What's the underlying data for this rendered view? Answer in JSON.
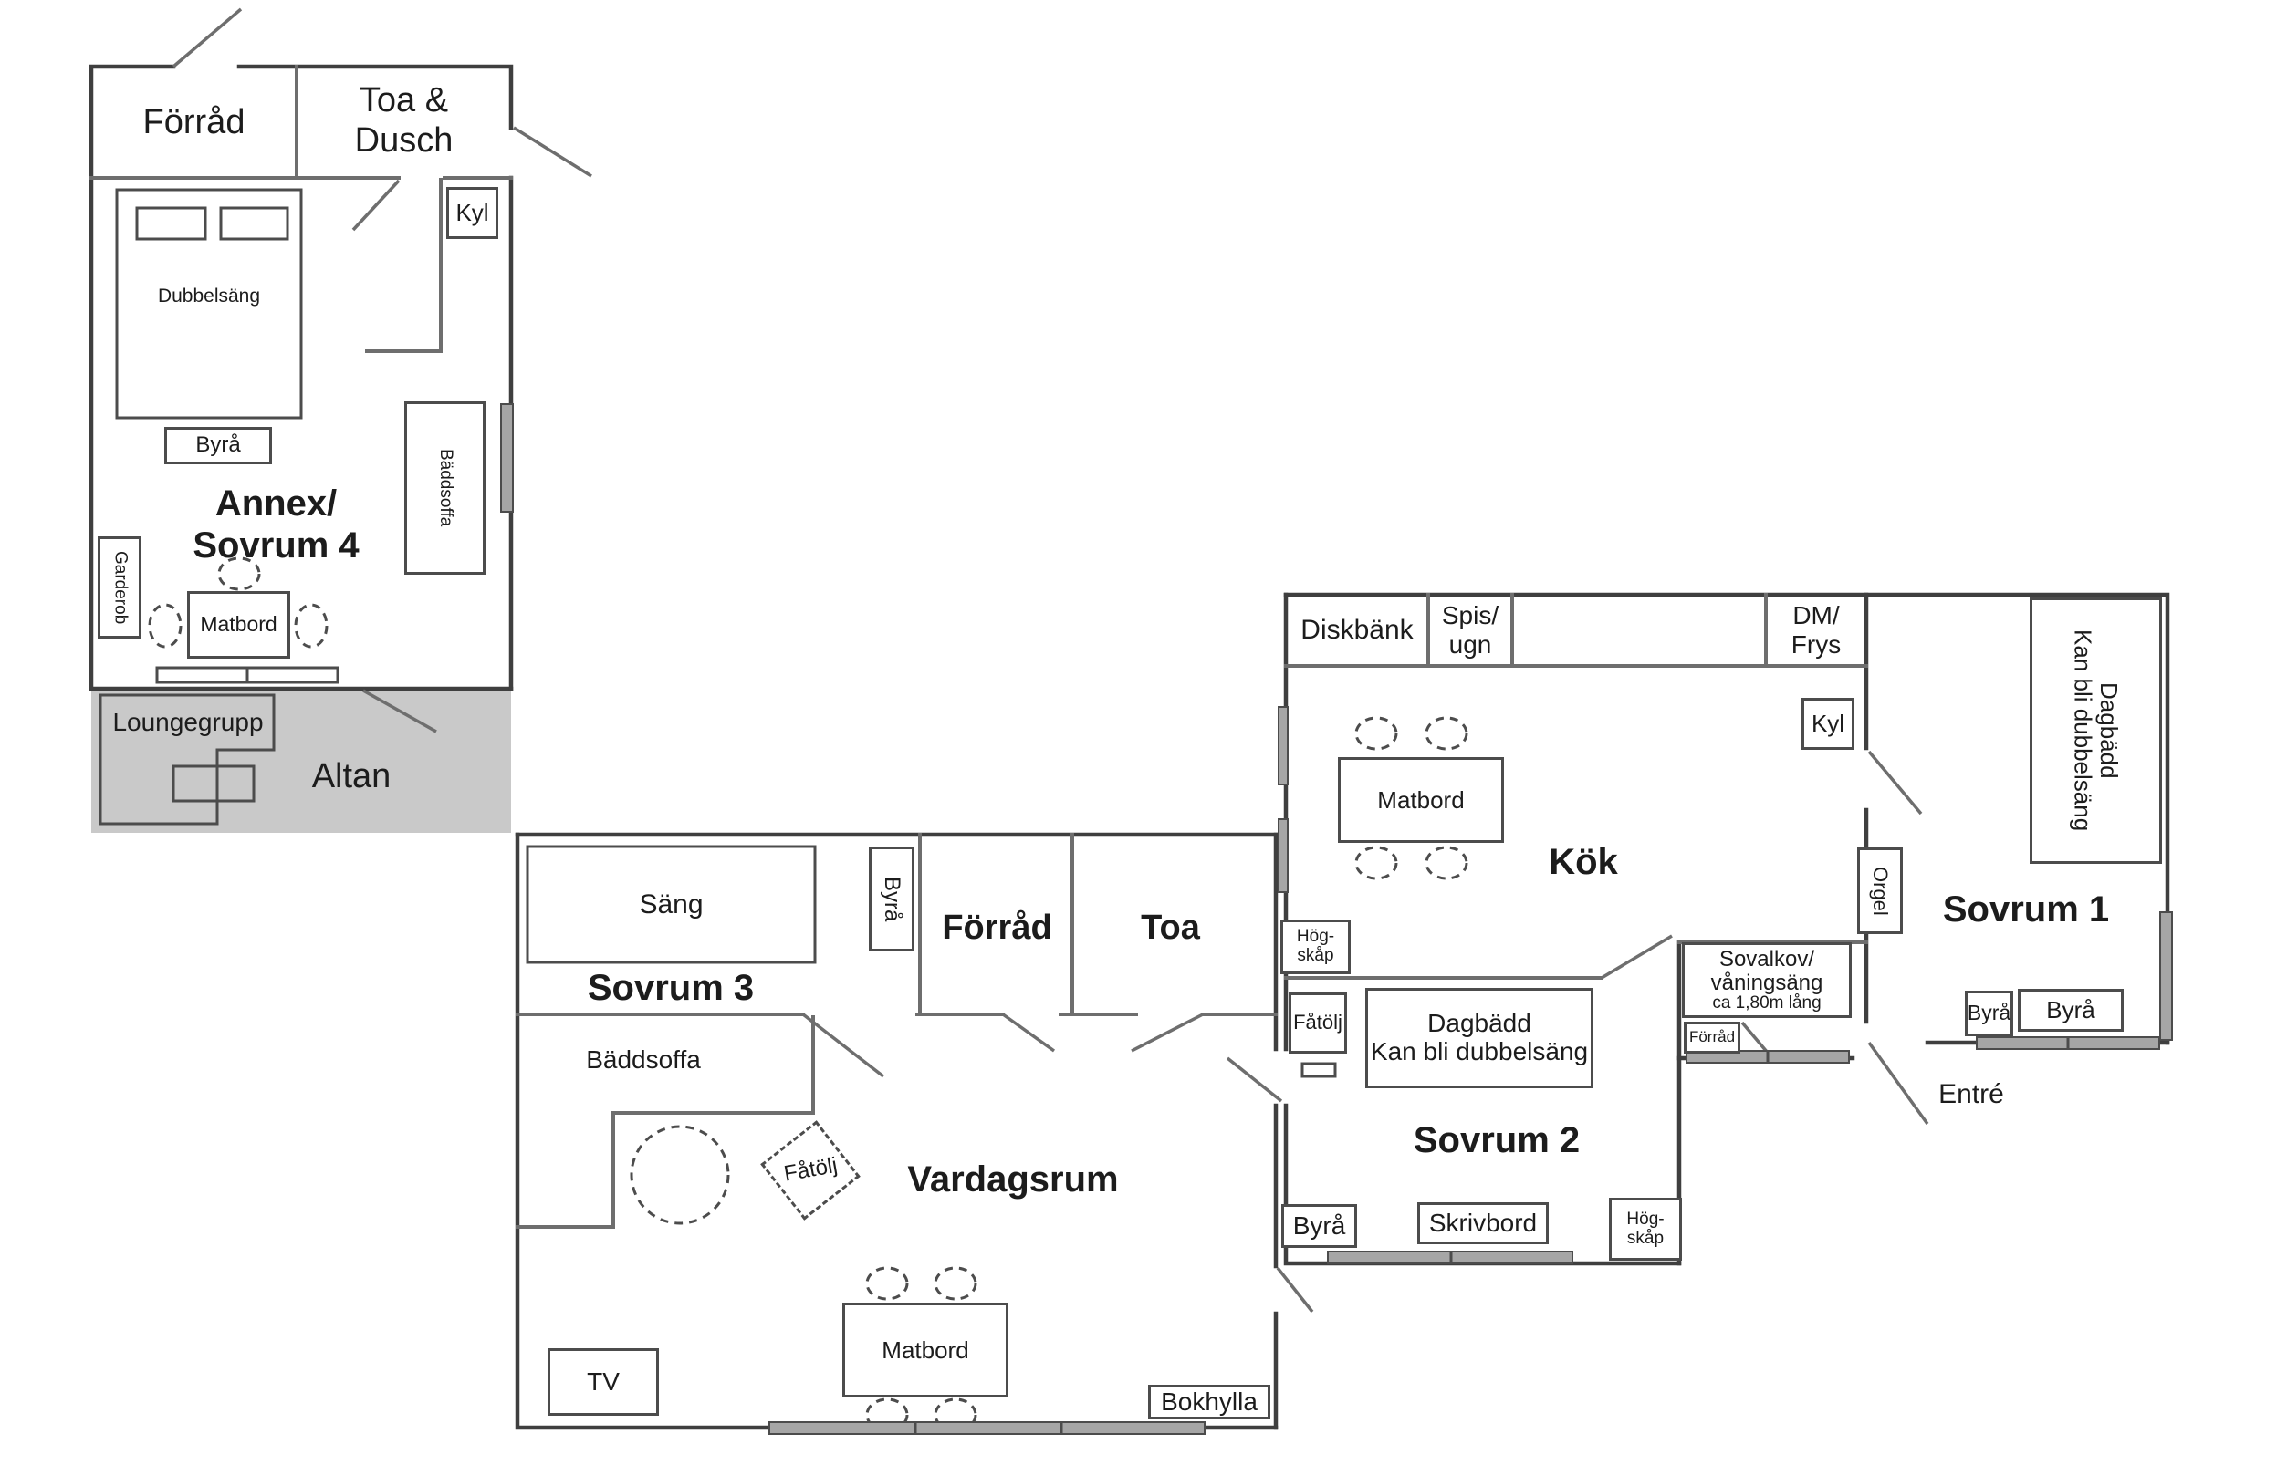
{
  "colors": {
    "wall": "#3f3f3f",
    "interior_wall": "#6e6e6e",
    "furniture_line": "#4c4c4c",
    "window_fill": "#a6a6a6",
    "altan_fill": "#c9c9c9",
    "text": "#1c1c1c"
  },
  "annex": {
    "forrad": "Förråd",
    "toa_dusch": "Toa &\nDusch",
    "kyl": "Kyl",
    "dubbelsang": "Dubbelsäng",
    "byra": "Byrå",
    "baddsoffa": "Bäddsoffa",
    "name": "Annex/\nSovrum 4",
    "garderob": "Garderob",
    "matbord": "Matbord",
    "loungegrupp": "Loungegrupp",
    "altan": "Altan"
  },
  "main": {
    "sang": "Säng",
    "byra": "Byrå",
    "sovrum3": "Sovrum 3",
    "forrad": "Förråd",
    "toa": "Toa",
    "baddsoffa": "Bäddsoffa",
    "fatolj": "Fåtölj",
    "vardagsrum": "Vardagsrum",
    "matbord": "Matbord",
    "tv": "TV",
    "bokhylla": "Bokhylla"
  },
  "kok": {
    "diskbank": "Diskbänk",
    "spis_ugn": "Spis/\nugn",
    "dm_frys": "DM/\nFrys",
    "kyl": "Kyl",
    "matbord": "Matbord",
    "name": "Kök",
    "hogskap": "Hög-\nskåp"
  },
  "sovrum2": {
    "fatolj": "Fåtölj",
    "dagbadd": "Dagbädd\nKan bli dubbelsäng",
    "name": "Sovrum 2",
    "byra": "Byrå",
    "skrivbord": "Skrivbord",
    "hogskap": "Hög-\nskåp",
    "sovalkov": "Sovalkov/\nvåningsäng",
    "sovalkov_size": "ca 1,80m lång",
    "forrad": "Förråd"
  },
  "sovrum1": {
    "dagbadd": "Dagbädd\nKan bli dubbelsäng",
    "orgel": "Orgel",
    "name": "Sovrum 1",
    "byra_left": "Byrå",
    "byra_right": "Byrå",
    "entre": "Entré"
  }
}
